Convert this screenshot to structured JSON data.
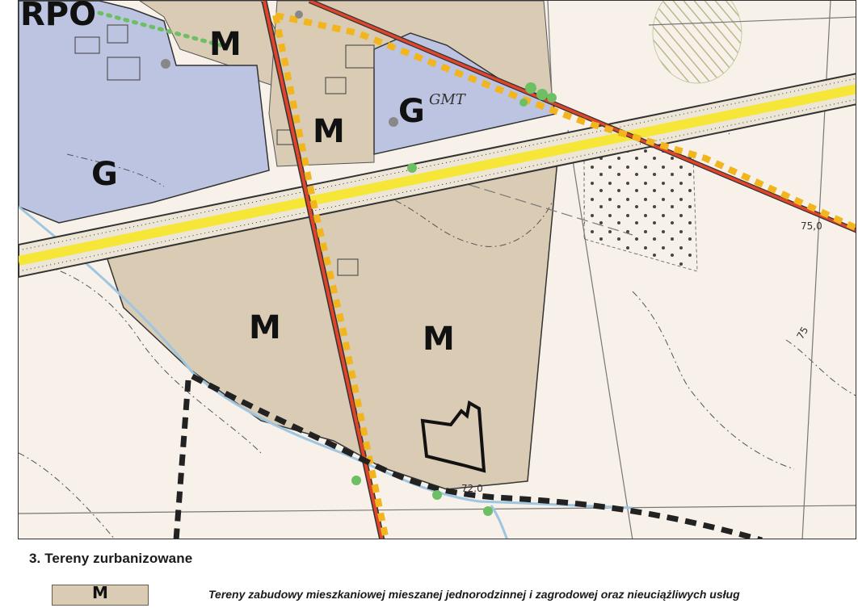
{
  "map": {
    "corner_label": "RPO",
    "zone_labels": {
      "m1": "M",
      "m2": "M",
      "m3": "M",
      "m4": "M",
      "g1": "G",
      "g2": "G"
    },
    "small_labels": {
      "gmt": "GMT",
      "elev_72": "72.0",
      "elev_75a": "75,0",
      "elev_75b": "75"
    },
    "colors": {
      "residential_zone": "#d9cbb4",
      "industrial_zone": "#bcc4e2",
      "road_red": "#e0442a",
      "road_yellow": "#f5e637",
      "dotted_orange": "#f2b51e",
      "boundary_black": "#222222",
      "stream": "#9fc6e0",
      "green_dots": "#6cbf62",
      "background": "#f7f1ea"
    }
  },
  "legend": {
    "section_title": "3. Tereny zurbanizowane",
    "swatch_label": "M",
    "description": "Tereny zabudowy mieszkaniowej mieszanej jednorodzinnej i zagrodowej oraz nieuciążliwych usług"
  }
}
